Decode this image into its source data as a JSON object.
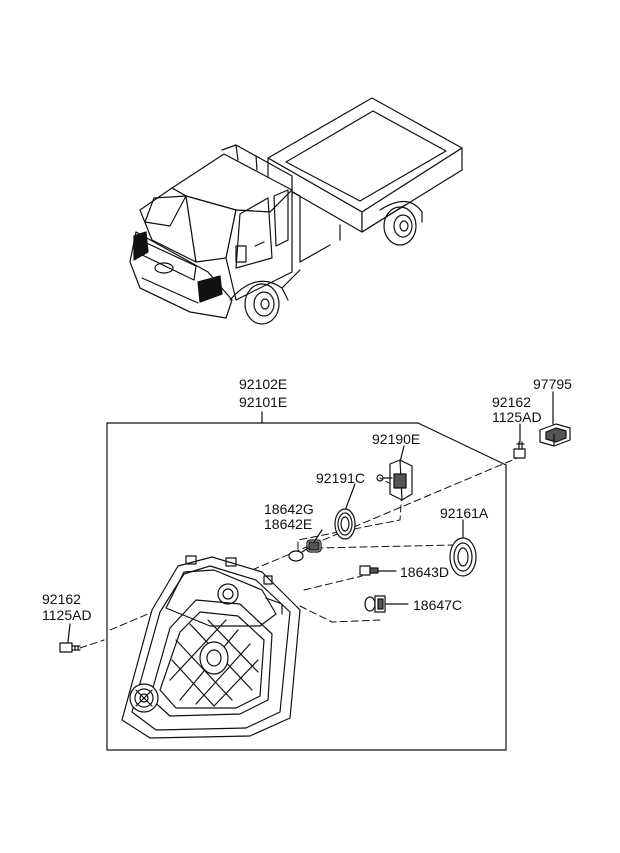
{
  "diagram": {
    "assembly": {
      "part_a": "92102E",
      "part_b": "92101E"
    },
    "connector": {
      "part": "97795"
    },
    "screw_right": {
      "part_a": "92162",
      "part_b": "1125AD"
    },
    "screw_left": {
      "part_a": "92162",
      "part_b": "1125AD"
    },
    "bulb_socket": {
      "part": "92190E"
    },
    "socket_cap": {
      "part": "92191C"
    },
    "small_bulb": {
      "part_a": "18642G",
      "part_b": "18642E"
    },
    "dust_cap": {
      "part": "92161A"
    },
    "wedge_bulb": {
      "part": "18643D"
    },
    "halogen_bulb": {
      "part": "18647C"
    }
  }
}
